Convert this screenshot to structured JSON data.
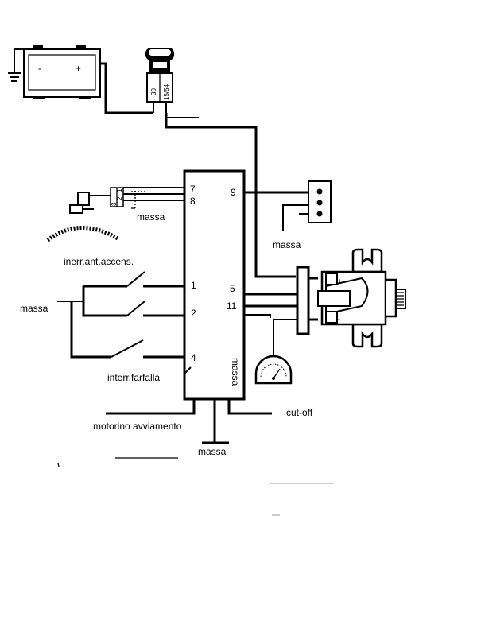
{
  "battery": {
    "minus": "-",
    "plus": "+"
  },
  "ignition_switch": {
    "terminals": [
      "30",
      "15/54"
    ]
  },
  "sensor_connector": {
    "pins": [
      "3",
      "2",
      "1"
    ]
  },
  "ecu": {
    "pins": {
      "p7": "7",
      "p8": "8",
      "p9": "9",
      "p1": "1",
      "p2": "2",
      "p4": "4",
      "p5": "5",
      "p11": "11"
    },
    "massa_label": "massa"
  },
  "coil": {
    "plus": "+",
    "minus": "-"
  },
  "labels": {
    "massa_sensor": "massa",
    "massa_connector": "massa",
    "massa_left": "massa",
    "massa_bottom": "massa",
    "inerr_ant_accens": "inerr.ant.accens.",
    "interr_farfalla": "interr.farfalla",
    "motorino_avviamento": "motorino avviamento",
    "cut_off": "cut-off"
  }
}
